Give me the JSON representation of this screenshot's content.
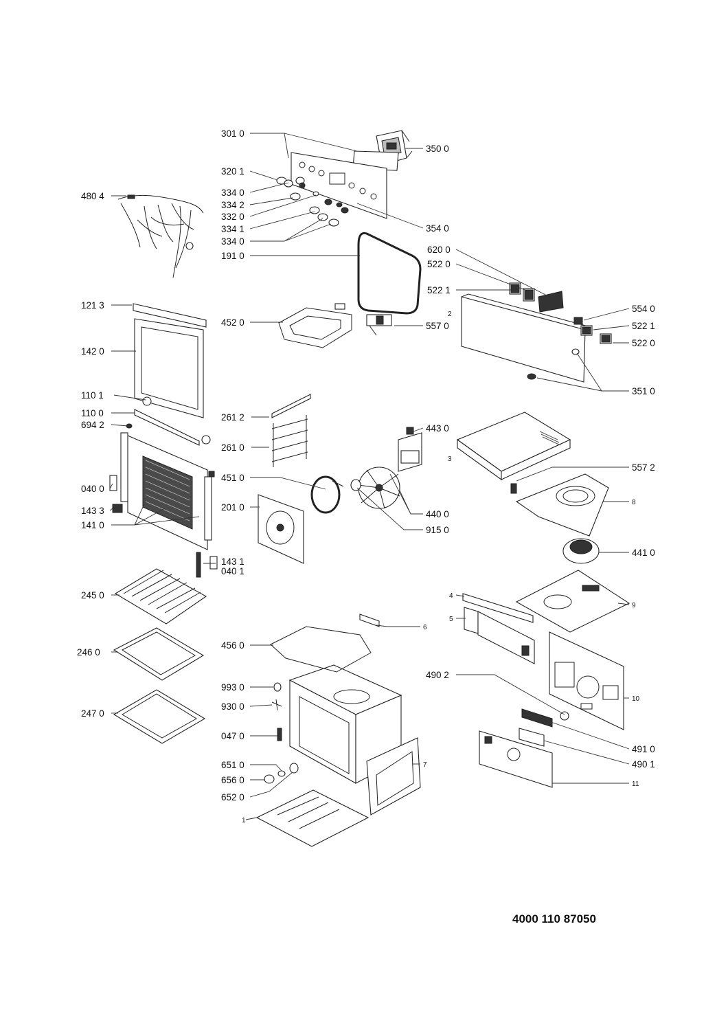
{
  "diagram": {
    "document_code": "4000 110 87050",
    "labels": {
      "l3010": "301 0",
      "l3500": "350 0",
      "l3201": "320 1",
      "l3340a": "334 0",
      "l3342": "334 2",
      "l3320": "332 0",
      "l3341": "334 1",
      "l3340b": "334 0",
      "l3540": "354 0",
      "l4804": "480 4",
      "l1910": "191 0",
      "l6200": "620 0",
      "l5220a": "522 0",
      "l5221a": "522 1",
      "l1213": "121 3",
      "l4520": "452 0",
      "l5570": "557 0",
      "l5540": "554 0",
      "l5221b": "522 1",
      "l5220b": "522 0",
      "l1420": "142 0",
      "l3510": "351 0",
      "l1101": "110 1",
      "l1100": "110 0",
      "l6942": "694 2",
      "l2612": "261 2",
      "l2610": "261 0",
      "l4430": "443 0",
      "l5572": "557 2",
      "l4510": "451 0",
      "l0400": "040 0",
      "l1433": "143 3",
      "l2010": "201 0",
      "l1410": "141 0",
      "l4400": "440 0",
      "l9150": "915 0",
      "l4410": "441 0",
      "l1431": "143 1",
      "l0401": "040 1",
      "l2450": "245 0",
      "l2460": "246 0",
      "l4560": "456 0",
      "l2470": "247 0",
      "l9930": "993 0",
      "l9300": "930 0",
      "l0470": "047 0",
      "l6510": "651 0",
      "l6560": "656 0",
      "l6520": "652 0",
      "l4902": "490 2",
      "l4910": "491 0",
      "l4901": "490 1",
      "s1": "1",
      "s2": "2",
      "s3": "3",
      "s4": "4",
      "s5": "5",
      "s6": "6",
      "s7": "7",
      "s8": "8",
      "s9": "9",
      "s10": "10",
      "s11": "11"
    }
  }
}
